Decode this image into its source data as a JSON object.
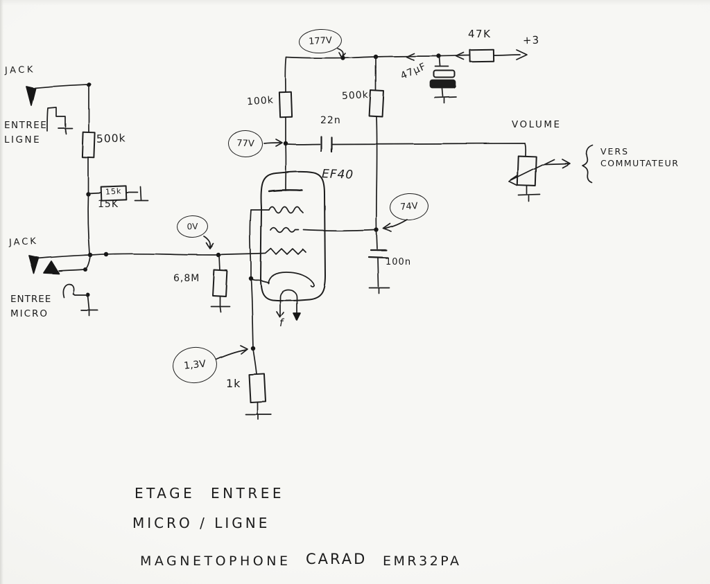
{
  "schematic": {
    "tube_label": "EF40",
    "heater_pin": "f",
    "supply": {
      "voltage": "177V",
      "filter_cap": "47μF",
      "dropper": "47K",
      "rail": "+3"
    },
    "anode": {
      "load": "100k",
      "voltage": "77V",
      "coupling_cap": "22n"
    },
    "screen": {
      "resistor": "500k",
      "voltage": "74V",
      "cap": "100n"
    },
    "grid": {
      "voltage": "0V",
      "leak": "6,8M"
    },
    "cathode": {
      "voltage": "1,3V",
      "resistor": "1k"
    },
    "line_input": {
      "jack": "JACK",
      "name1": "ENTREE",
      "name2": "LIGNE",
      "series": "500k",
      "shunt_box": "15k",
      "shunt": "15K"
    },
    "micro_input": {
      "jack": "JACK",
      "name1": "ENTREE",
      "name2": "MICRO"
    },
    "output": {
      "pot": "VOLUME",
      "dest1": "VERS",
      "dest2": "COMMUTATEUR"
    },
    "caption": {
      "l1a": "ETAGE",
      "l1b": "ENTREE",
      "l2": "MICRO / LIGNE",
      "l3a": "MAGNETOPHONE",
      "l3b": "CARAD",
      "l3c": "EMR32PA"
    }
  }
}
